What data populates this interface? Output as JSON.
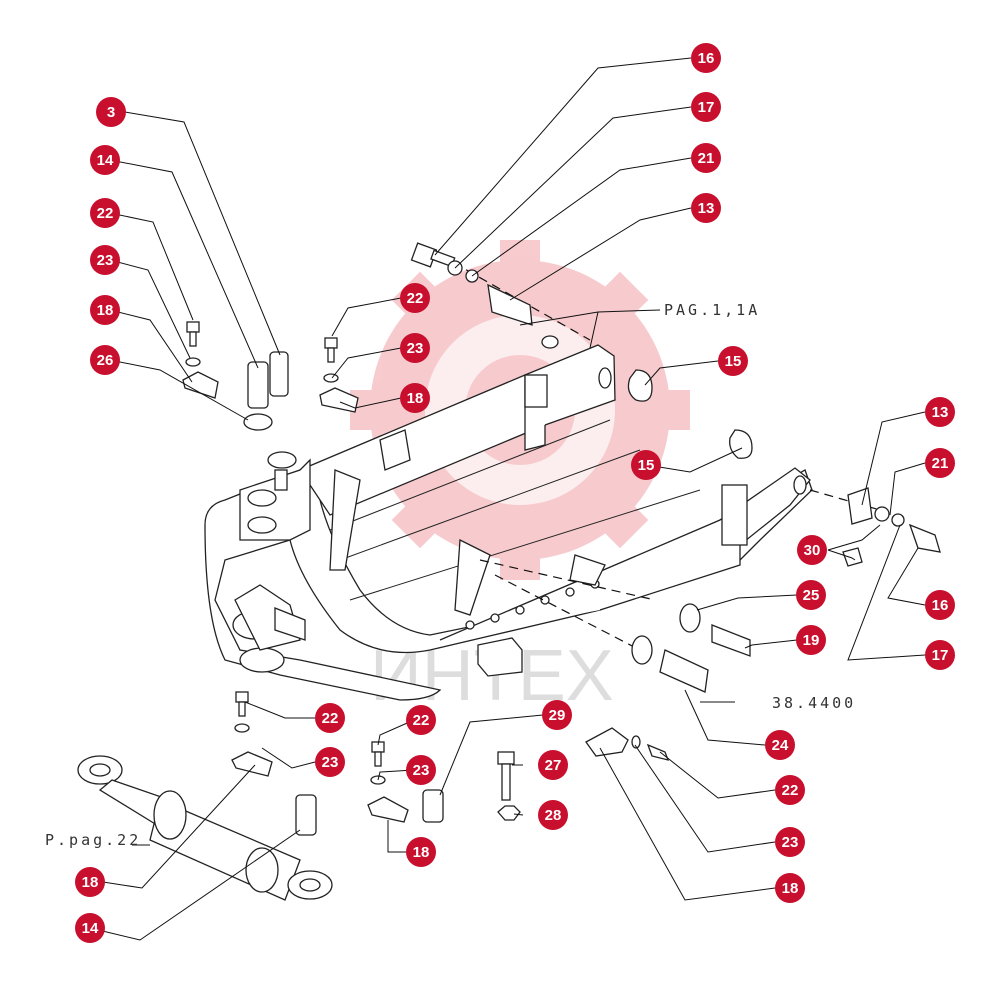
{
  "colors": {
    "callout": "#c8102e",
    "ink": "#222222",
    "watermark": "#f2a2a6"
  },
  "watermark": {
    "text": "ИНТЕХ"
  },
  "references": {
    "pag_1_1a": "PAG.1,1A",
    "code_38_4400": "38.4400",
    "p_pag_22": "P.pag.22"
  },
  "callouts": [
    {
      "id": "c16a",
      "label": "16"
    },
    {
      "id": "c17a",
      "label": "17"
    },
    {
      "id": "c21a",
      "label": "21"
    },
    {
      "id": "c13a",
      "label": "13"
    },
    {
      "id": "c3",
      "label": "3"
    },
    {
      "id": "c14a",
      "label": "14"
    },
    {
      "id": "c22a",
      "label": "22"
    },
    {
      "id": "c23a",
      "label": "23"
    },
    {
      "id": "c18a",
      "label": "18"
    },
    {
      "id": "c26",
      "label": "26"
    },
    {
      "id": "c22b",
      "label": "22"
    },
    {
      "id": "c23b",
      "label": "23"
    },
    {
      "id": "c18b",
      "label": "18"
    },
    {
      "id": "c15a",
      "label": "15"
    },
    {
      "id": "c15b",
      "label": "15"
    },
    {
      "id": "c13b",
      "label": "13"
    },
    {
      "id": "c21b",
      "label": "21"
    },
    {
      "id": "c30",
      "label": "30"
    },
    {
      "id": "c16b",
      "label": "16"
    },
    {
      "id": "c17b",
      "label": "17"
    },
    {
      "id": "c25",
      "label": "25"
    },
    {
      "id": "c19",
      "label": "19"
    },
    {
      "id": "c24",
      "label": "24"
    },
    {
      "id": "c22c",
      "label": "22"
    },
    {
      "id": "c23c",
      "label": "23"
    },
    {
      "id": "c22d",
      "label": "22"
    },
    {
      "id": "c23d",
      "label": "23"
    },
    {
      "id": "c18c",
      "label": "18"
    },
    {
      "id": "c29",
      "label": "29"
    },
    {
      "id": "c27",
      "label": "27"
    },
    {
      "id": "c28",
      "label": "28"
    },
    {
      "id": "c22e",
      "label": "22"
    },
    {
      "id": "c23e",
      "label": "23"
    },
    {
      "id": "c18d",
      "label": "18"
    },
    {
      "id": "c18e",
      "label": "18"
    },
    {
      "id": "c14b",
      "label": "14"
    }
  ]
}
